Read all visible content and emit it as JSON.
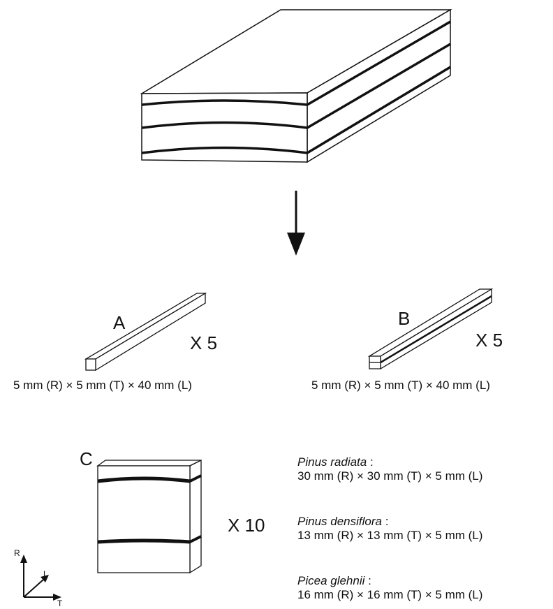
{
  "top_arrow": "down",
  "specimens": {
    "A": {
      "label": "A",
      "count": "X 5",
      "dims": "5 mm (R) × 5 mm (T) × 40 mm (L)"
    },
    "B": {
      "label": "B",
      "count": "X 5",
      "dims": "5 mm (R) × 5 mm (T) × 40 mm (L)"
    },
    "C": {
      "label": "C",
      "count": "X 10"
    }
  },
  "species": [
    {
      "name": "Pinus radiata",
      "sep": " :",
      "dims": "30 mm (R) × 30 mm (T) × 5 mm (L)"
    },
    {
      "name": "Pinus densiflora",
      "sep": " :",
      "dims": "13 mm (R) × 13 mm (T) × 5 mm (L)"
    },
    {
      "name": "Picea glehnii",
      "sep": " :",
      "dims": "16 mm (R) × 16 mm (T) × 5 mm (L)"
    }
  ],
  "axes": {
    "r": "R",
    "l": "L",
    "t": "T"
  },
  "colors": {
    "ink": "#111111",
    "paper": "#ffffff"
  }
}
